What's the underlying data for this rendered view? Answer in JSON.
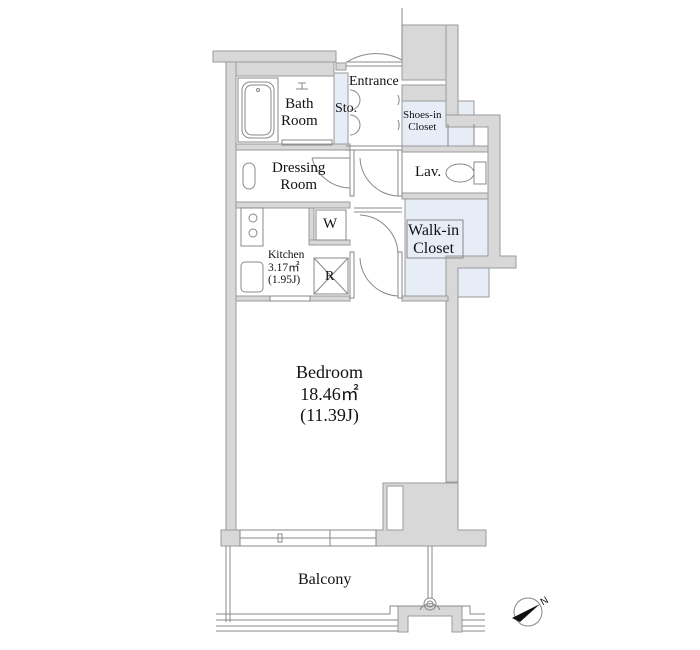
{
  "colors": {
    "wall": "#d8d8d8",
    "wall_stroke": "#9a9a9a",
    "line": "#888888",
    "storage_fill": "#e6edf7",
    "background": "#ffffff",
    "text": "#111111"
  },
  "rooms": {
    "bath": {
      "line1": "Bath",
      "line2": "Room"
    },
    "storage": {
      "label": "Sto."
    },
    "entrance": {
      "label": "Entrance"
    },
    "shoes_closet": {
      "line1": "Shoes-in",
      "line2": "Closet"
    },
    "dressing": {
      "line1": "Dressing",
      "line2": "Room"
    },
    "lavatory": {
      "label": "Lav."
    },
    "washer": {
      "label": "W"
    },
    "kitchen": {
      "line1": "Kitchen",
      "line2": "3.17㎡",
      "line3": "(1.95J)"
    },
    "refrigerator": {
      "label": "R"
    },
    "walkin_closet": {
      "line1": "Walk-in",
      "line2": "Closet"
    },
    "bedroom": {
      "line1": "Bedroom",
      "line2": "18.46㎡",
      "line3": "(11.39J)"
    },
    "balcony": {
      "label": "Balcony"
    }
  },
  "compass": {
    "label": "N"
  }
}
